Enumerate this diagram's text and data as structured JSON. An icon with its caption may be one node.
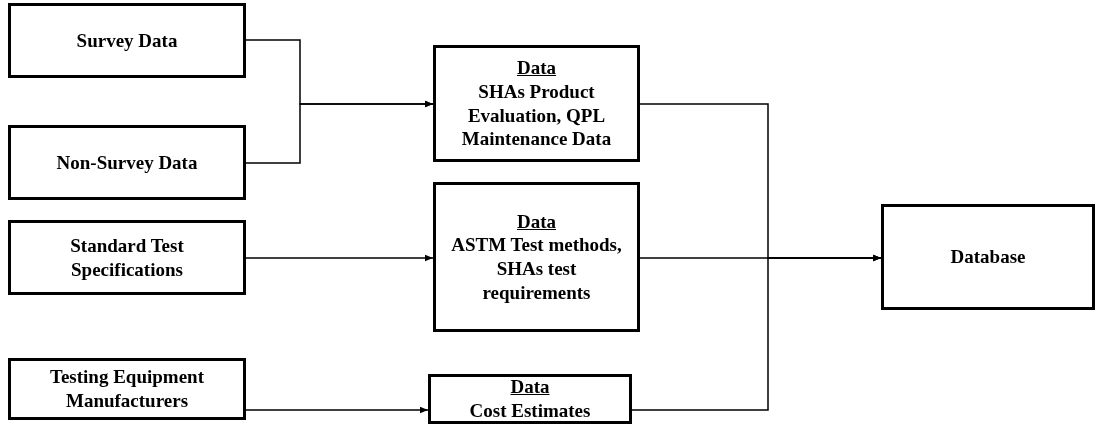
{
  "diagram": {
    "nodes": [
      {
        "text": [
          "Survey Data"
        ]
      },
      {
        "text": [
          "Non-Survey Data"
        ]
      },
      {
        "text": [
          "Standard Test Specifications"
        ]
      },
      {
        "text": [
          "Testing Equipment Manufacturers"
        ]
      },
      {
        "text": [
          "Data",
          "SHAs Product Evaluation, QPL Maintenance Data"
        ]
      },
      {
        "text": [
          "Data",
          "ASTM Test methods, SHAs test requirements"
        ]
      },
      {
        "text": [
          "Data",
          "Cost Estimates"
        ]
      },
      {
        "text": [
          "Database"
        ]
      }
    ],
    "edges": [
      {
        "from": 0,
        "to": 4,
        "arrow": "to"
      },
      {
        "from": 1,
        "to": 4,
        "arrow": "to"
      },
      {
        "from": 2,
        "to": 5,
        "arrow": "to"
      },
      {
        "from": 3,
        "to": 6,
        "arrow": "to"
      },
      {
        "from": 4,
        "to": 7,
        "arrow": "to"
      },
      {
        "from": 5,
        "to": 7,
        "arrow": "to"
      },
      {
        "from": 6,
        "to": 7,
        "arrow": "to"
      }
    ]
  }
}
